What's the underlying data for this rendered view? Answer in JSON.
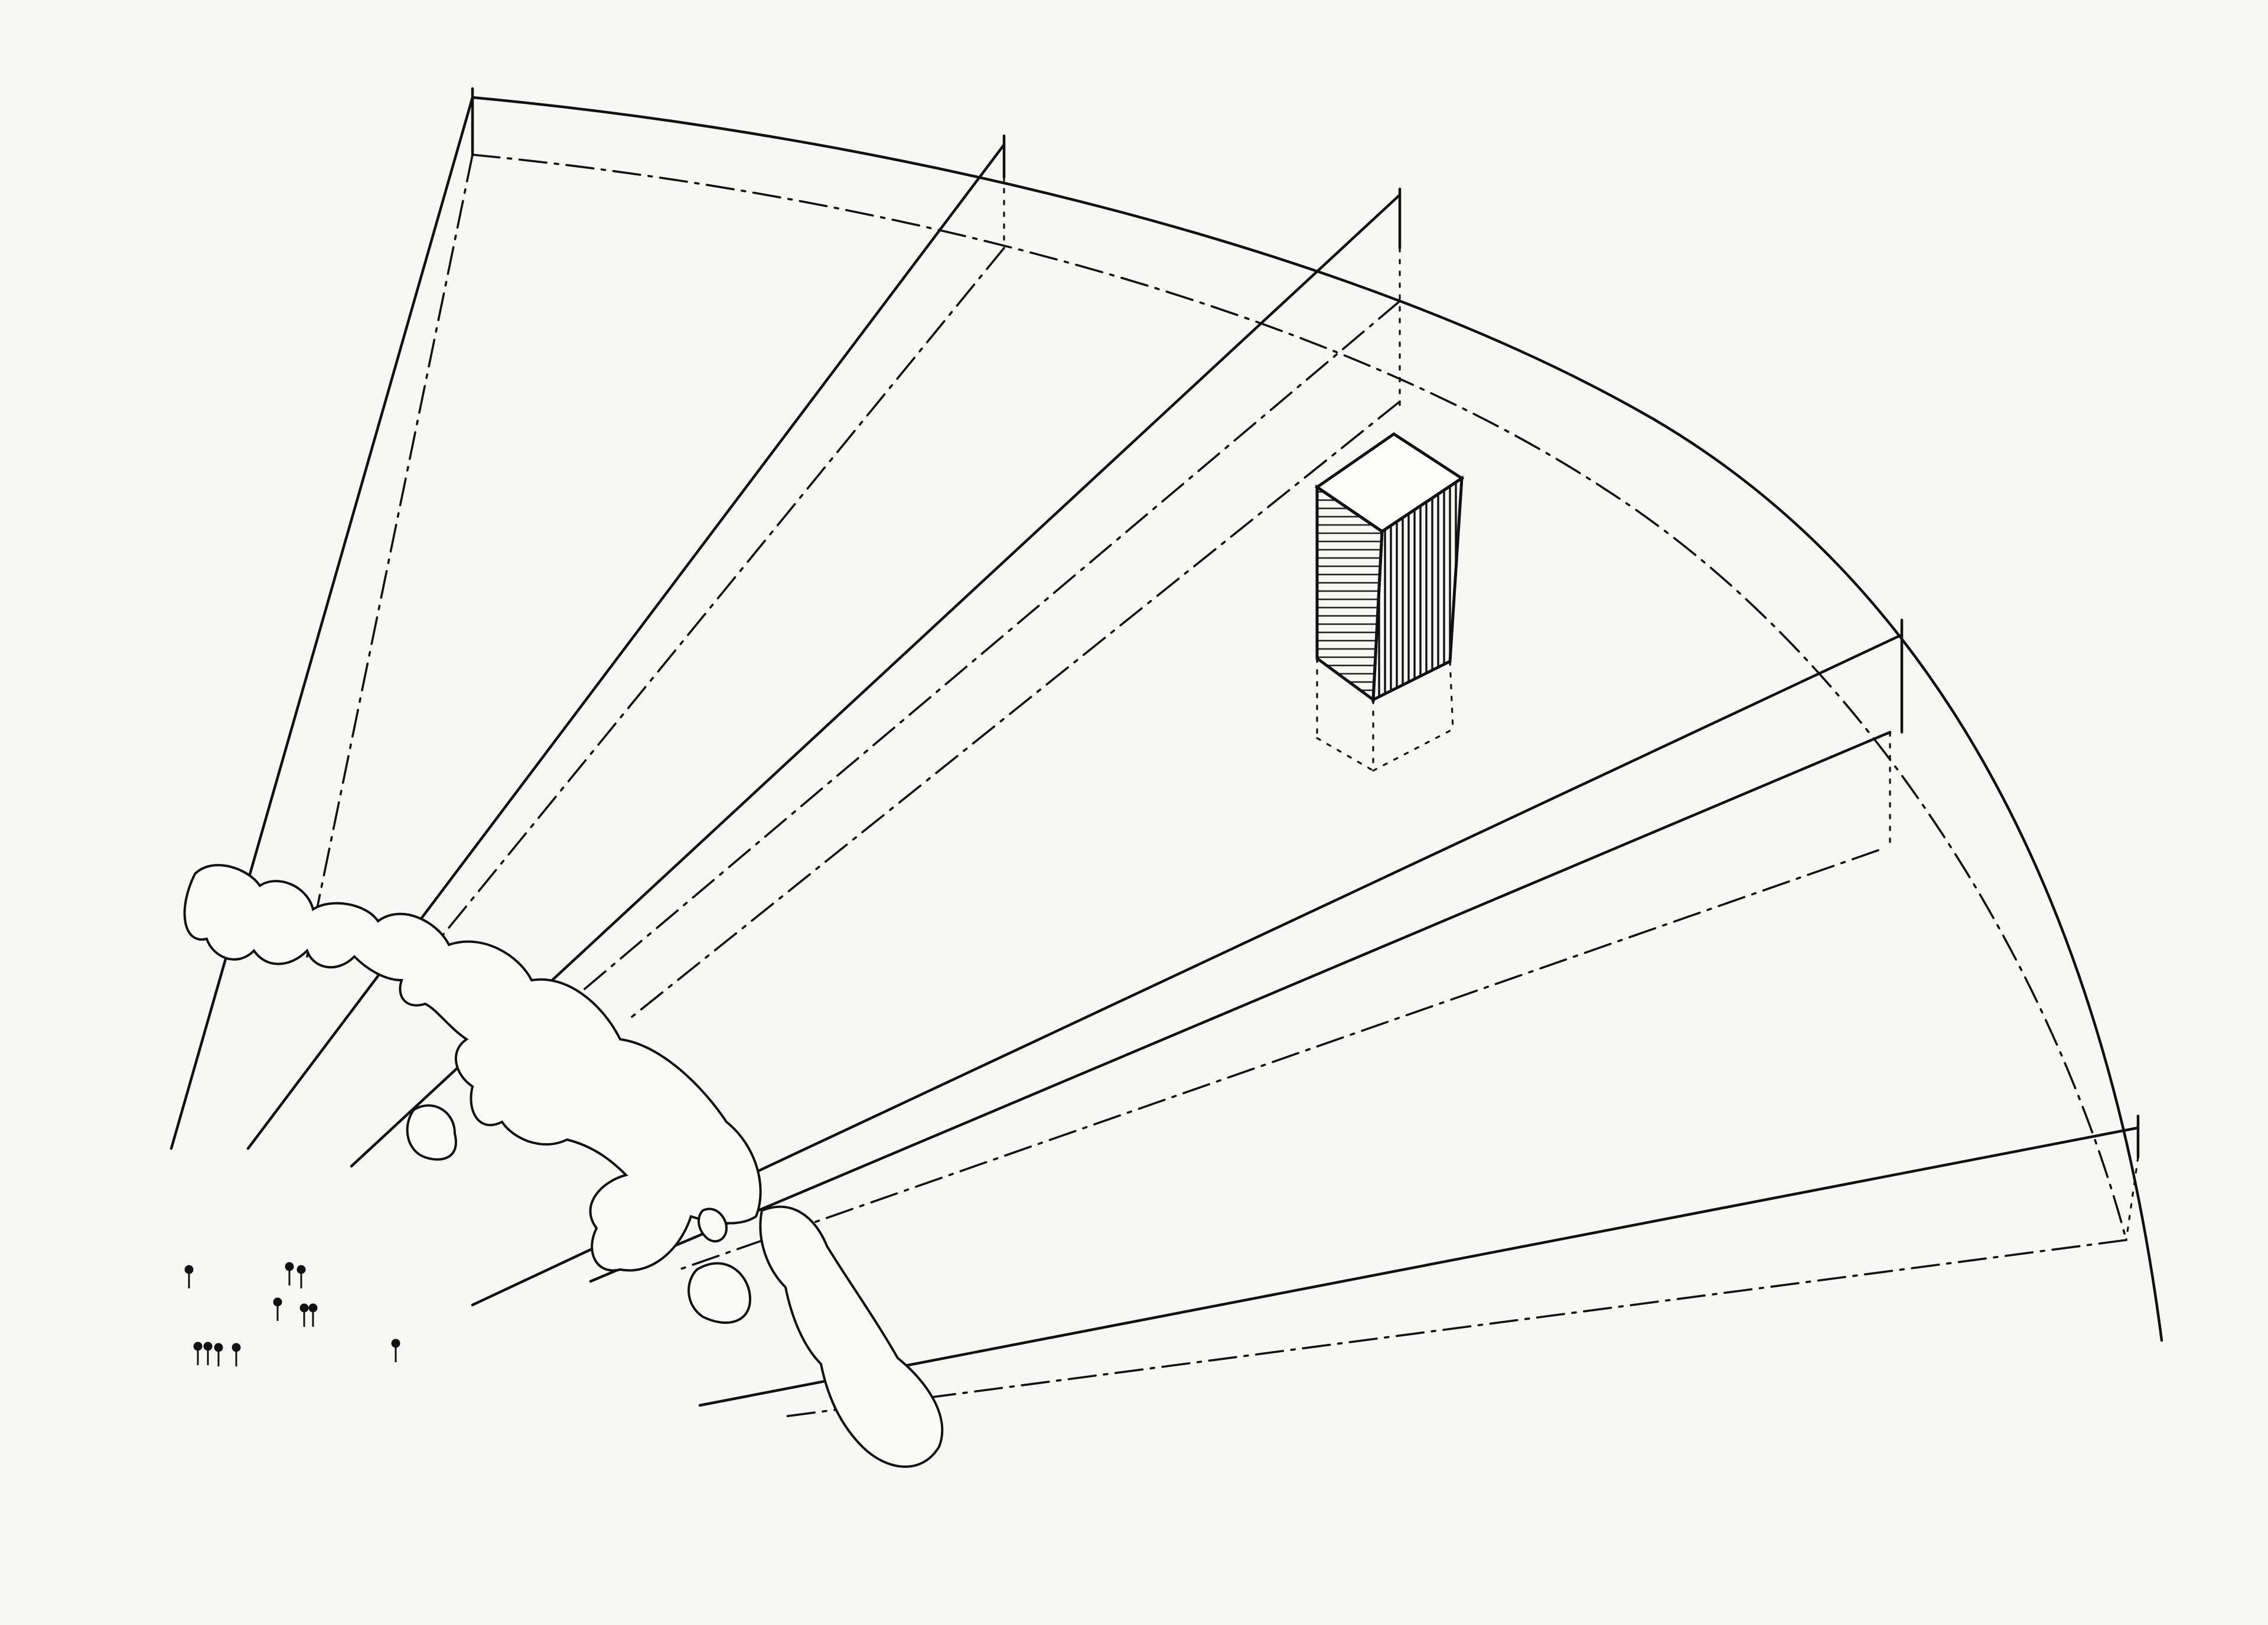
{
  "drawing": {
    "paper_color": "#f7f7f5",
    "ink_color": "#111111",
    "elements": [
      "view-cone-fan",
      "tower-block",
      "tree-hedge",
      "human-figures"
    ]
  }
}
